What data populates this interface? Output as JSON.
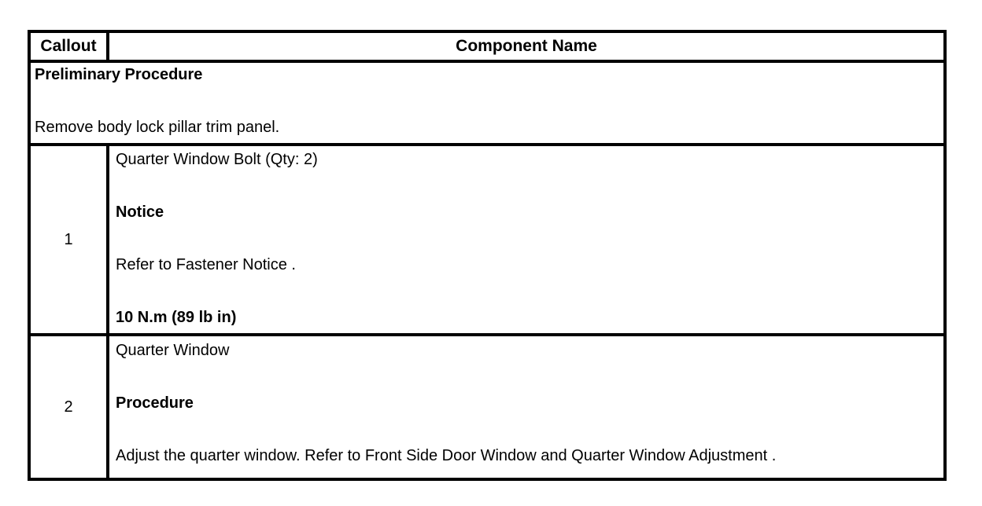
{
  "page": {
    "background_color": "#ffffff",
    "border_color": "#000000",
    "text_color": "#000000"
  },
  "table": {
    "header": {
      "callout_label": "Callout",
      "component_label": "Component Name"
    },
    "preliminary": {
      "title": "Preliminary Procedure",
      "instruction": "Remove body lock pillar trim panel."
    },
    "rows": [
      {
        "callout": "1",
        "lines": [
          {
            "text": "Quarter Window Bolt (Qty: 2)",
            "bold": false
          },
          {
            "text": "Notice",
            "bold": true
          },
          {
            "text": "Refer to Fastener Notice .",
            "bold": false
          },
          {
            "text": "10 N.m (89 lb in)",
            "bold": true
          }
        ]
      },
      {
        "callout": "2",
        "lines": [
          {
            "text": "Quarter Window",
            "bold": false
          },
          {
            "text": "Procedure",
            "bold": true
          },
          {
            "text": "Adjust the quarter window. Refer to Front Side Door Window and Quarter Window Adjustment .",
            "bold": false
          }
        ]
      }
    ]
  }
}
